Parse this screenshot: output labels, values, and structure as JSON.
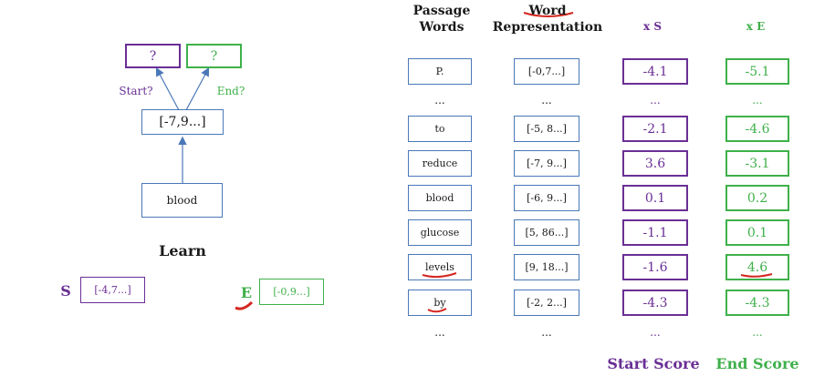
{
  "diagram": {
    "start_box": "?",
    "end_box": "?",
    "start_label": "Start?",
    "end_label": "End?",
    "vector_box": "[-7,9...]",
    "input_word": "blood",
    "learn": "Learn",
    "s_label": "S",
    "s_vector": "[-4,7...]",
    "e_label": "E",
    "e_vector": "[-0,9...]"
  },
  "table": {
    "headers": {
      "passage_line1": "Passage",
      "passage_line2": "Words",
      "word_line1": "Word",
      "word_line2": "Representation",
      "xs": "x S",
      "xe": "x E"
    },
    "rows": [
      {
        "word": "P.",
        "rep": "[-0,7...]",
        "s": "-4.1",
        "e": "-5.1"
      },
      {
        "word": "...",
        "rep": "...",
        "s": "...",
        "e": "..."
      },
      {
        "word": "to",
        "rep": "[-5, 8...]",
        "s": "-2.1",
        "e": "-4.6"
      },
      {
        "word": "reduce",
        "rep": "[-7, 9...]",
        "s": "3.6",
        "e": "-3.1"
      },
      {
        "word": "blood",
        "rep": "[-6, 9...]",
        "s": "0.1",
        "e": "0.2"
      },
      {
        "word": "glucose",
        "rep": "[5, 86...]",
        "s": "-1.1",
        "e": "0.1"
      },
      {
        "word": "levels",
        "rep": "[9, 18...]",
        "s": "-1.6",
        "e": "4.6"
      },
      {
        "word": "by",
        "rep": "[-2, 2...]",
        "s": "-4.3",
        "e": "-4.3"
      },
      {
        "word": "...",
        "rep": "...",
        "s": "...",
        "e": "..."
      }
    ],
    "footer": {
      "start_score": "Start Score",
      "end_score": "End Score"
    }
  },
  "colors": {
    "purple": "#6a2f95",
    "green": "#3fb04a",
    "blue": "#4a78b8",
    "annotation_red": "#d4261f"
  }
}
